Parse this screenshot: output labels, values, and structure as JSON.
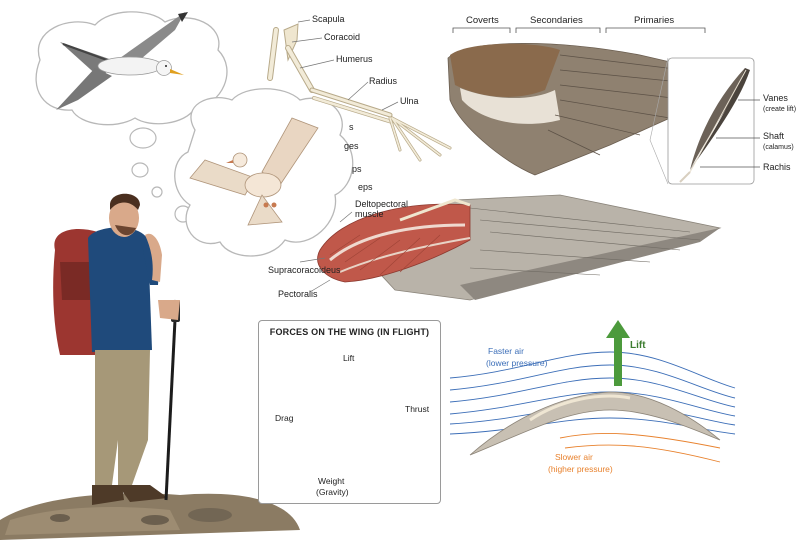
{
  "skeleton": {
    "labels": [
      "Scapula",
      "Coracoid",
      "Humerus",
      "Radius",
      "Ulna",
      "s",
      "ges",
      "ps",
      "eps"
    ]
  },
  "muscles": {
    "deltopectoral": "Deltopectoral muscle",
    "supracoracoideus": "Supracoracoideus",
    "pectoralis": "Pectoralis"
  },
  "feathers": {
    "sections": [
      "Coverts",
      "Secondaries",
      "Primaries"
    ],
    "vanes": "Vanes",
    "vanes_note": "(create lift)",
    "shaft": "Shaft",
    "shaft_note": "(calamus)",
    "rachis": "Rachis"
  },
  "forces": {
    "title": "FORCES ON THE WING (IN FLIGHT)",
    "lift": "Lift",
    "drag": "Drag",
    "thrust": "Thrust",
    "weight": "Weight",
    "weight_note": "(Gravity)"
  },
  "airflow": {
    "lift": "Lift",
    "faster": "Faster air",
    "faster_note": "(lower pressure)",
    "slower": "Slower air",
    "slower_note": "(higher pressure)"
  },
  "colors": {
    "lift_arrow": "#4c9a3c",
    "drag_arrow": "#2f6db3",
    "thrust_arrow": "#d9473b",
    "weight_arrow": "#6a4c9c",
    "fast_air": "#3d6fb8",
    "slow_air": "#e8822e",
    "muscle": "#c0584a"
  }
}
